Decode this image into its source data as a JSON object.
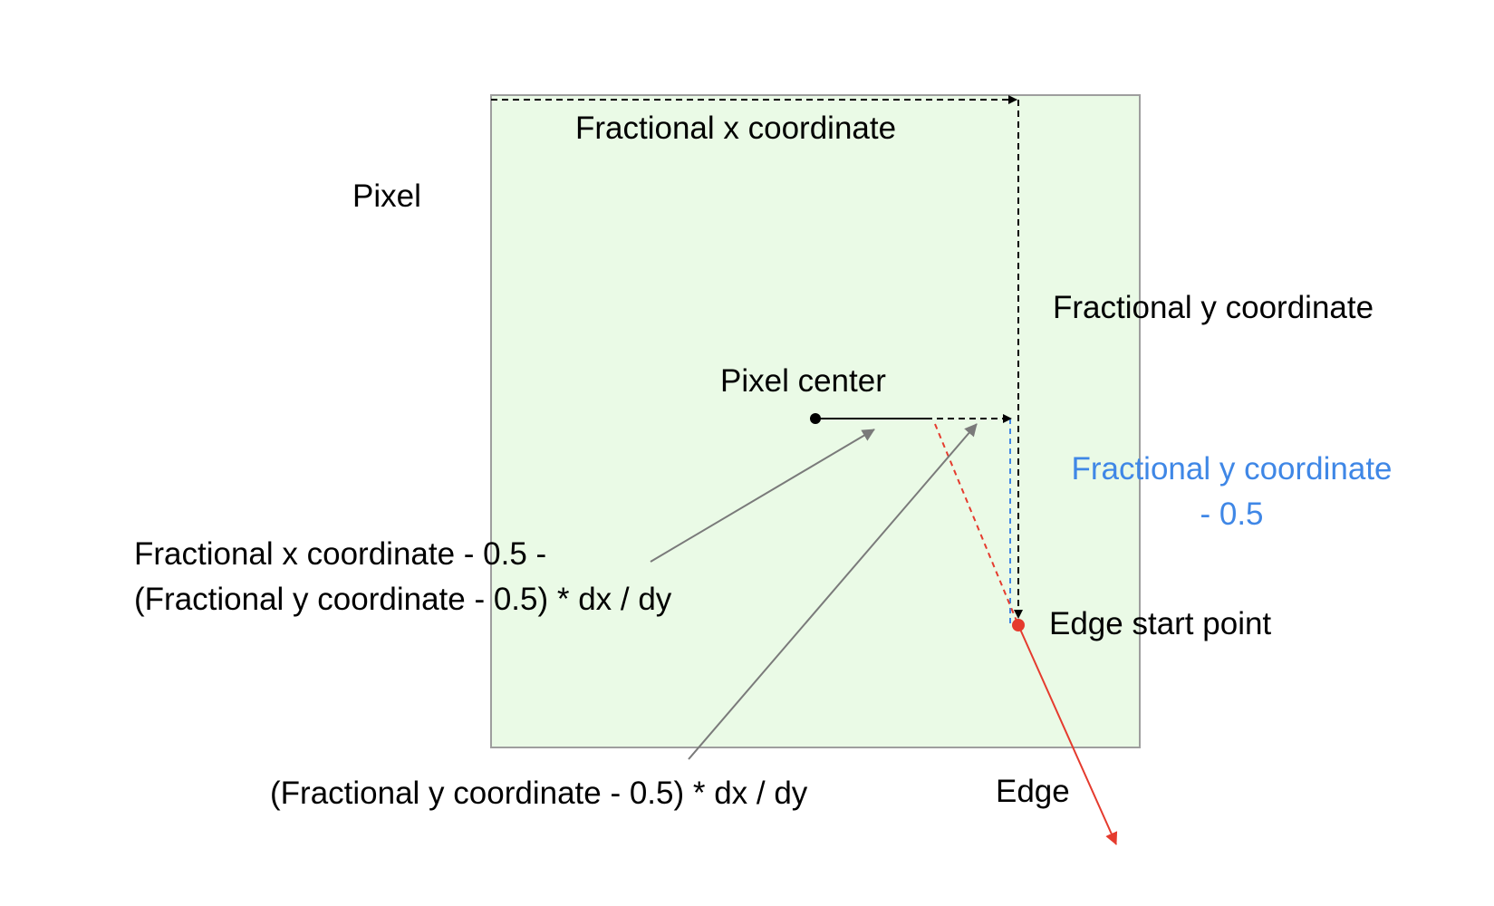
{
  "labels": {
    "fractional_x": "Fractional x coordinate",
    "pixel": "Pixel",
    "fractional_y": "Fractional y coordinate",
    "pixel_center": "Pixel center",
    "fractional_y_minus_half_line1": "Fractional y coordinate",
    "fractional_y_minus_half_line2": "- 0.5",
    "formula_line1": "Fractional x coordinate - 0.5 -",
    "formula_line2": "(Fractional y coordinate - 0.5) * dx / dy",
    "edge_start_point": "Edge start point",
    "offset_formula": "(Fractional y coordinate - 0.5) * dx / dy",
    "edge": "Edge"
  },
  "colors": {
    "pixel_fill": "#eafae6",
    "pixel_border": "#9e9e9e",
    "edge": "#e53b2e",
    "blue": "#3f87e6",
    "callout": "#7a7a7a",
    "ink": "#000000"
  }
}
